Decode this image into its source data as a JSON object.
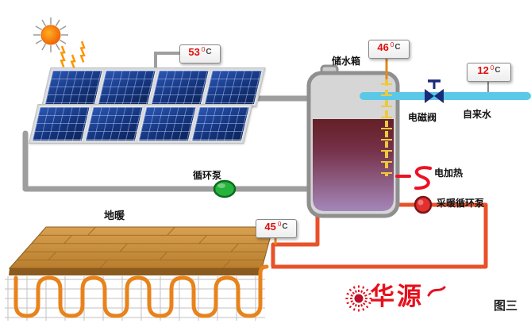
{
  "labels": {
    "storage_tank": "储水箱",
    "solenoid_valve": "电磁阀",
    "tap_water": "自来水",
    "electric_heating": "电加热",
    "heating_circulation_pump": "采暖循环泵",
    "circulation_pump": "循环泵",
    "floor_heating": "地暖",
    "figure_caption": "图三",
    "brand": "华源"
  },
  "temperatures": {
    "collector": {
      "value": "53",
      "degree": "0",
      "unit": "C"
    },
    "tank": {
      "value": "46",
      "degree": "0",
      "unit": "C"
    },
    "tap_water": {
      "value": "12",
      "degree": "0",
      "unit": "C"
    },
    "floor": {
      "value": "45",
      "degree": "0",
      "unit": "C"
    }
  },
  "colors": {
    "panel_blue": "#16357e",
    "pipe_gray": "#9e9e9e",
    "pipe_hot_red": "#e8512a",
    "tap_water_blue": "#5cc8e8",
    "coil_orange": "#e8831c",
    "pump_green": "#27b33b",
    "pump_red": "#e23030",
    "temp_red": "#e00d0d",
    "brand_red": "#e8101c",
    "sensor_yellow": "#edc93e"
  }
}
